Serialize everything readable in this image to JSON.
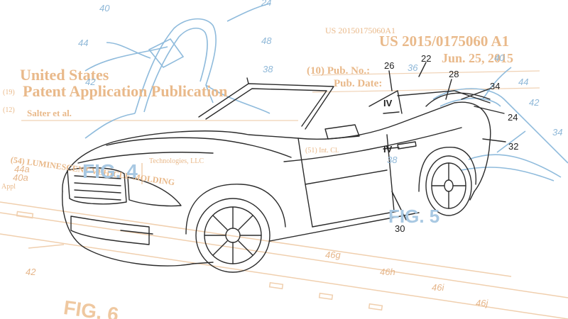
{
  "header": {
    "doc_id": "US 20150175060A1",
    "num_19": "(19)",
    "country": "United States",
    "num_12": "(12)",
    "doc_kind": "Patent Application Publication",
    "inventors": "Salter et al.",
    "pub_no_label": "(10) Pub. No.:",
    "pub_no": "US 2015/0175060 A1",
    "pub_date_label": "Pub. Date:",
    "pub_date": "Jun. 25, 2015",
    "num_54": "(54)",
    "title": "LUMINESCENT VEHICLE MOLDING",
    "assignee_fragment": "Technologies, LLC",
    "num_51": "(51)",
    "intcl_label": "Int. Cl.",
    "appl_fragment": "Appl"
  },
  "figures": {
    "fig4": "FIG. 4",
    "fig5": "FIG. 5",
    "fig6": "FIG. 6"
  },
  "refs": {
    "car": [
      "22",
      "26",
      "28",
      "24",
      "30",
      "32",
      "34",
      "IV",
      "IV",
      "38",
      "36"
    ],
    "fig4": [
      "40",
      "24",
      "44",
      "48",
      "42",
      "38"
    ],
    "fig5": [
      "44",
      "40",
      "34",
      "42",
      "38"
    ],
    "fig6": [
      "44a",
      "40a",
      "42",
      "46g",
      "46h",
      "46i",
      "46j"
    ]
  },
  "colors": {
    "ink": "#2b2b2b",
    "orange_overlay": "#e9b98a",
    "blue_overlay": "#9cc3df",
    "background": "#ffffff"
  }
}
